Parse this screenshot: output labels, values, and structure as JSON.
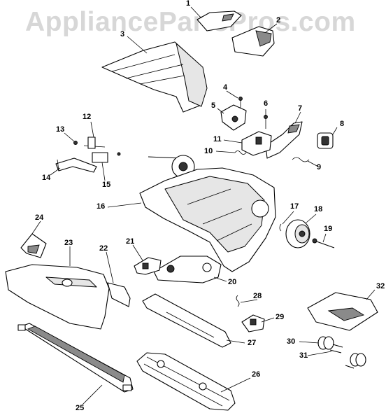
{
  "watermark": "AppliancePartsPros.com",
  "callouts": [
    "1",
    "2",
    "3",
    "4",
    "5",
    "6",
    "7",
    "8",
    "9",
    "10",
    "11",
    "12",
    "13",
    "14",
    "15",
    "16",
    "17",
    "18",
    "19",
    "20",
    "21",
    "22",
    "23",
    "24",
    "25",
    "26",
    "27",
    "28",
    "29",
    "30",
    "31",
    "32"
  ]
}
